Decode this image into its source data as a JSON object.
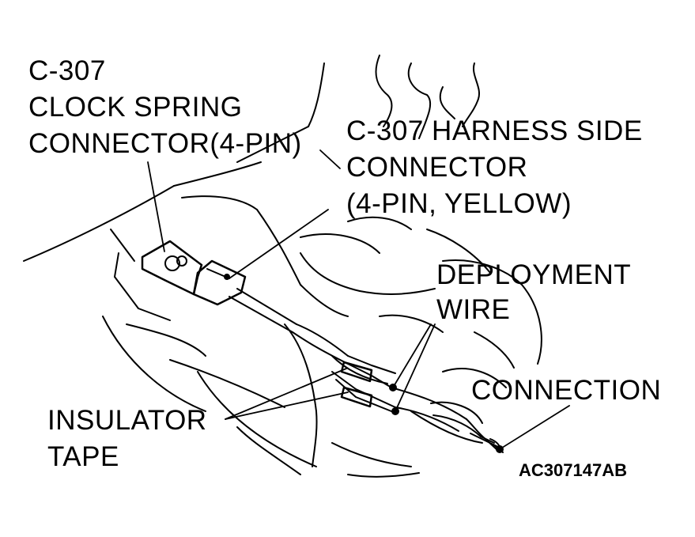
{
  "labels": {
    "clock_spring": [
      "C-307",
      "CLOCK SPRING",
      "CONNECTOR(4-PIN)"
    ],
    "harness_side": [
      "C-307 HARNESS SIDE",
      "CONNECTOR",
      "(4-PIN, YELLOW)"
    ],
    "deployment_wire": [
      "DEPLOYMENT",
      "WIRE"
    ],
    "connection": "CONNECTION",
    "insulator_tape": [
      "INSULATOR",
      "TAPE"
    ]
  },
  "figure_code": "AC307147AB"
}
